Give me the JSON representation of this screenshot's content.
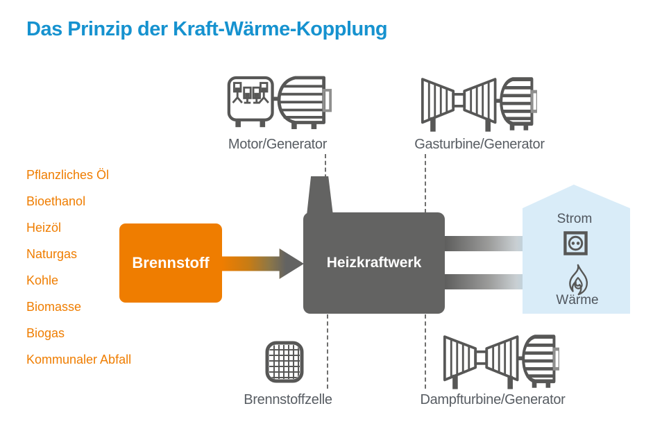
{
  "title": "Das Prinzip der Kraft-Wärme-Kopplung",
  "fuel_list": {
    "items": [
      "Pflanzliches Öl",
      "Bioethanol",
      "Heizöl",
      "Naturgas",
      "Kohle",
      "Biomasse",
      "Biogas",
      "Kommunaler Abfall"
    ]
  },
  "flow": {
    "input_box": "Brennstoff",
    "plant_box": "Heizkraftwerk",
    "outputs": {
      "electricity": "Strom",
      "heat": "Wärme"
    }
  },
  "technologies": {
    "motor": "Motor/Generator",
    "gas_turbine": "Gasturbine/Generator",
    "fuel_cell": "Brennstoffzelle",
    "steam_turbine": "Dampfturbine/Generator"
  },
  "icons": {
    "top_left": "engine-generator-icon",
    "top_right": "gas-turbine-generator-icon",
    "bottom_left": "fuel-cell-icon",
    "bottom_right": "steam-turbine-generator-icon",
    "electricity": "power-socket-icon",
    "heat": "flame-icon"
  },
  "colors": {
    "title_blue": "#1692cf",
    "fuel_orange": "#ef7d00",
    "plant_gray": "#636362",
    "icon_stroke_gray": "#575756",
    "caption_gray": "#575c62",
    "house_blue": "#d9ecf8",
    "arrow_blue": "#8ccaea"
  }
}
